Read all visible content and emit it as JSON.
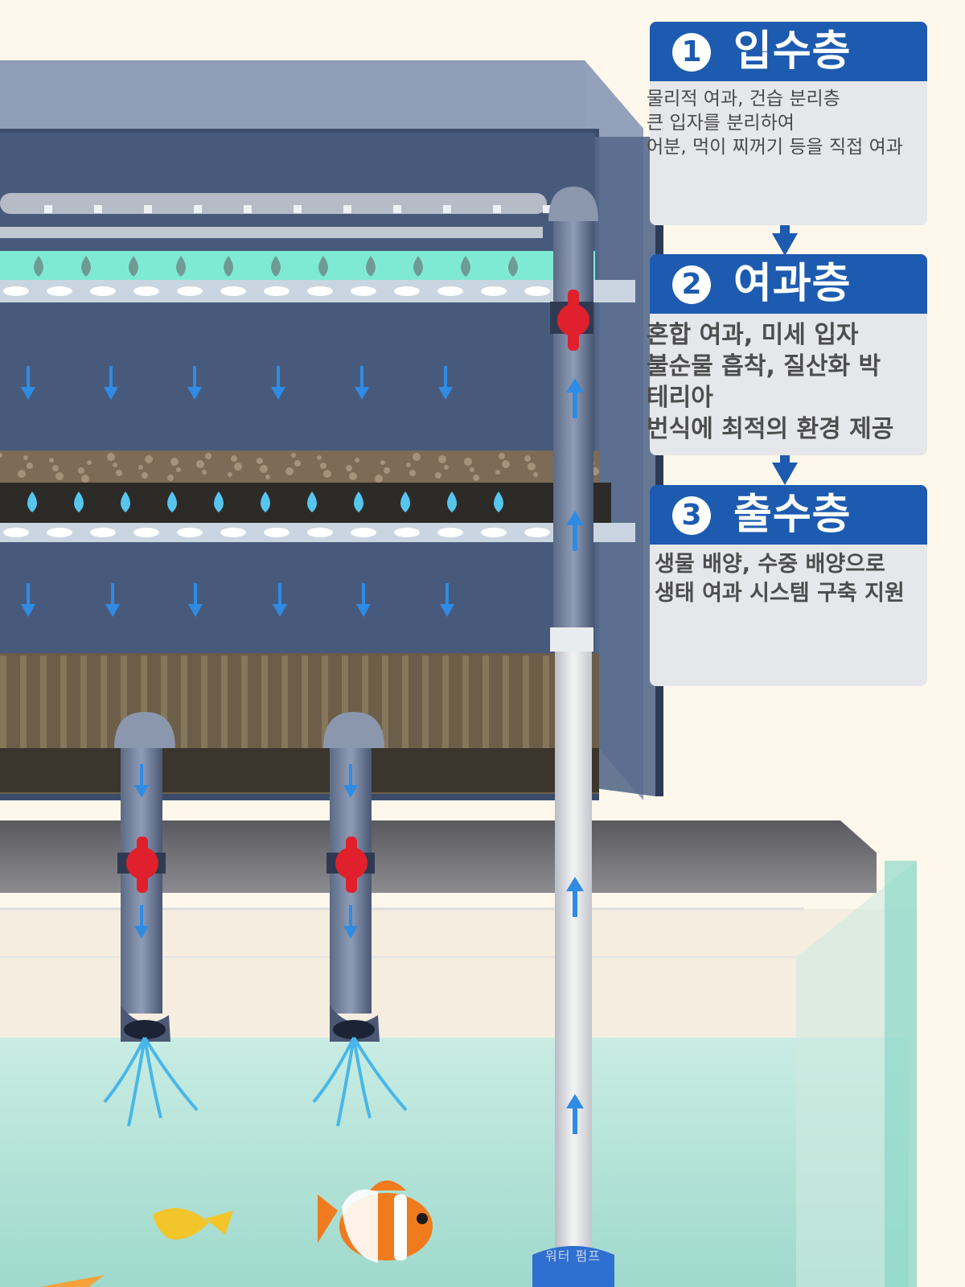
{
  "panels": [
    {
      "number": "1",
      "title": "입수층",
      "lines": [
        "물리적 여과, 건습 분리층",
        "큰 입자를 분리하여",
        "어분, 먹이 찌꺼기 등을 직접 여과"
      ]
    },
    {
      "number": "2",
      "title": "여과층",
      "lines": [
        "혼합 여과, 미세 입자",
        "불순물 흡착, 질산화 박",
        "테리아",
        "번식에 최적의 환경 제공"
      ]
    },
    {
      "number": "3",
      "title": "출수층",
      "lines": [
        "생물 배양, 수중 배양으로",
        "생태 여과 시스템 구축 지원"
      ]
    }
  ],
  "pump_label": "워터 펌프",
  "colors": {
    "panel_header": "#1d5bb0",
    "panel_body": "#e6e7ea",
    "tank_frame": "#3d4e6d",
    "water": "#bfe7dc",
    "flow_arrow": "#2f8be3",
    "valve": "#e0202c",
    "drip_tray": "#7fead4"
  }
}
